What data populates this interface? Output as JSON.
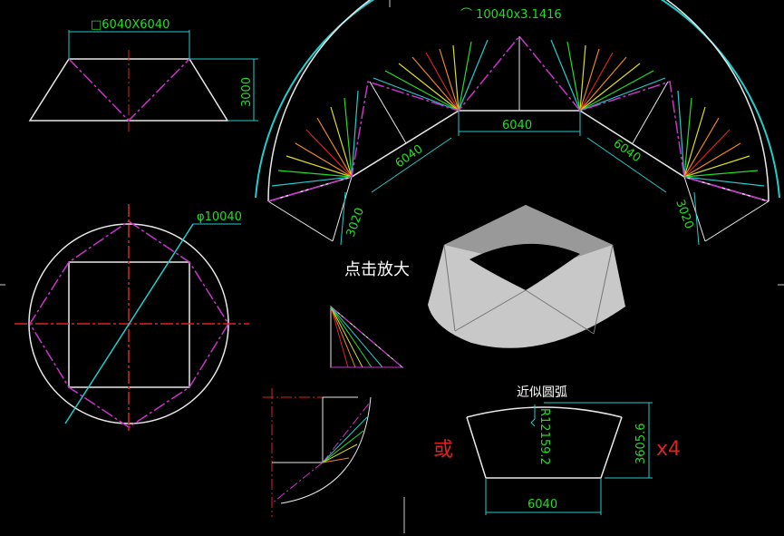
{
  "drawing": {
    "background": "#000000",
    "colors": {
      "outline": "#e8e8e8",
      "dimension": "#22cccc",
      "dim_text": "#22dd22",
      "center_line": "#dd2222",
      "fold_line": "#cc33cc",
      "note_red": "#dd2222"
    },
    "front_view": {
      "top_label": "□6040X6040",
      "height_label": "3000"
    },
    "top_view": {
      "diameter_label": "φ10040"
    },
    "development": {
      "arc_label": "⌒ 10040x3.1416",
      "top_label": "6040",
      "left_side_label": "6040",
      "right_side_label": "6040",
      "left_end_label": "3020",
      "right_end_label": "3020"
    },
    "approx_piece": {
      "title": "近似圆弧",
      "radius_label": "R12159.2",
      "height_label": "3605.6",
      "bottom_label": "6040",
      "or_label": "或",
      "qty_label": "x4"
    },
    "overlay": {
      "zoom_label": "点击放大"
    }
  }
}
